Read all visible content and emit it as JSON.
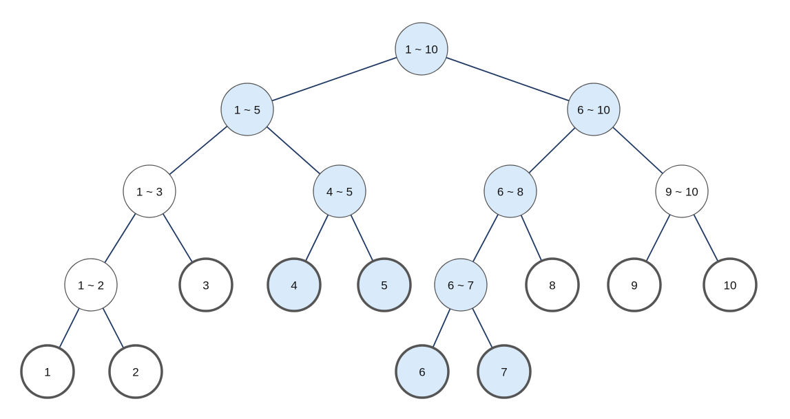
{
  "colors": {
    "highlight_fill": "#d9eafb",
    "normal_fill": "#ffffff",
    "stroke": "#555555",
    "edge": "#1f3864"
  },
  "nodes": [
    {
      "id": "n1_10",
      "label": "1 ~ 10",
      "highlighted": true,
      "leaf": false
    },
    {
      "id": "n1_5",
      "label": "1 ~ 5",
      "highlighted": true,
      "leaf": false
    },
    {
      "id": "n6_10",
      "label": "6 ~ 10",
      "highlighted": true,
      "leaf": false
    },
    {
      "id": "n1_3",
      "label": "1 ~ 3",
      "highlighted": false,
      "leaf": false
    },
    {
      "id": "n4_5",
      "label": "4 ~ 5",
      "highlighted": true,
      "leaf": false
    },
    {
      "id": "n6_8",
      "label": "6 ~ 8",
      "highlighted": true,
      "leaf": false
    },
    {
      "id": "n9_10",
      "label": "9 ~ 10",
      "highlighted": false,
      "leaf": false
    },
    {
      "id": "n1_2",
      "label": "1 ~ 2",
      "highlighted": false,
      "leaf": false
    },
    {
      "id": "n3",
      "label": "3",
      "highlighted": false,
      "leaf": true
    },
    {
      "id": "n4",
      "label": "4",
      "highlighted": true,
      "leaf": true
    },
    {
      "id": "n5",
      "label": "5",
      "highlighted": true,
      "leaf": true
    },
    {
      "id": "n6_7",
      "label": "6 ~ 7",
      "highlighted": true,
      "leaf": false
    },
    {
      "id": "n8",
      "label": "8",
      "highlighted": false,
      "leaf": true
    },
    {
      "id": "n9",
      "label": "9",
      "highlighted": false,
      "leaf": true
    },
    {
      "id": "n10",
      "label": "10",
      "highlighted": false,
      "leaf": true
    },
    {
      "id": "n1",
      "label": "1",
      "highlighted": false,
      "leaf": true
    },
    {
      "id": "n2",
      "label": "2",
      "highlighted": false,
      "leaf": true
    },
    {
      "id": "n6",
      "label": "6",
      "highlighted": true,
      "leaf": true
    },
    {
      "id": "n7",
      "label": "7",
      "highlighted": true,
      "leaf": true
    }
  ],
  "edges": [
    [
      "n1_10",
      "n1_5"
    ],
    [
      "n1_10",
      "n6_10"
    ],
    [
      "n1_5",
      "n1_3"
    ],
    [
      "n1_5",
      "n4_5"
    ],
    [
      "n6_10",
      "n6_8"
    ],
    [
      "n6_10",
      "n9_10"
    ],
    [
      "n1_3",
      "n1_2"
    ],
    [
      "n1_3",
      "n3"
    ],
    [
      "n4_5",
      "n4"
    ],
    [
      "n4_5",
      "n5"
    ],
    [
      "n6_8",
      "n6_7"
    ],
    [
      "n6_8",
      "n8"
    ],
    [
      "n9_10",
      "n9"
    ],
    [
      "n9_10",
      "n10"
    ],
    [
      "n1_2",
      "n1"
    ],
    [
      "n1_2",
      "n2"
    ],
    [
      "n6_7",
      "n6"
    ],
    [
      "n6_7",
      "n7"
    ]
  ]
}
